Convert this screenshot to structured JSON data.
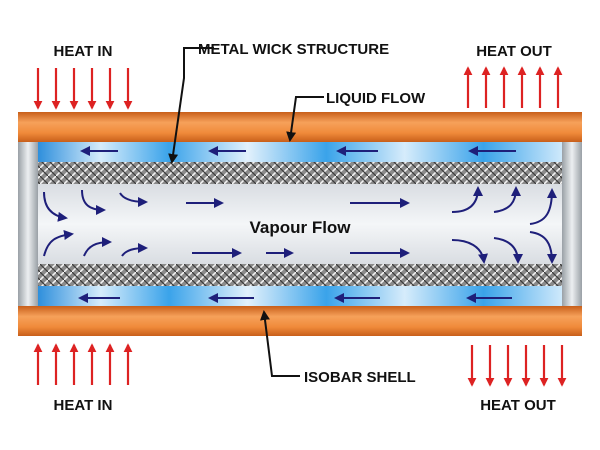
{
  "labels": {
    "heat_in_top": "HEAT IN",
    "heat_out_top": "HEAT OUT",
    "heat_in_bottom": "HEAT IN",
    "heat_out_bottom": "HEAT OUT",
    "wick": "METAL  WICK STRUCTURE",
    "liquid": "LIQUID FLOW",
    "vapour": "Vapour Flow",
    "shell": "ISOBAR SHELL"
  },
  "colors": {
    "shell": "#f08a3a",
    "shell_dark": "#c85f1a",
    "liquid": "#3aa3ea",
    "liquid_light": "#cfe9fb",
    "vapour_core": "#e9ecef",
    "wick": "#7a7a7a",
    "arrow_blue": "#1e1f7a",
    "heat_arrow": "#dd2222"
  },
  "icons": {
    "heat_in": "red-arrow-down",
    "heat_out": "red-arrow-up",
    "liquid_flow": "blue-arrow-left",
    "vapour_flow": "blue-arrow-right"
  }
}
